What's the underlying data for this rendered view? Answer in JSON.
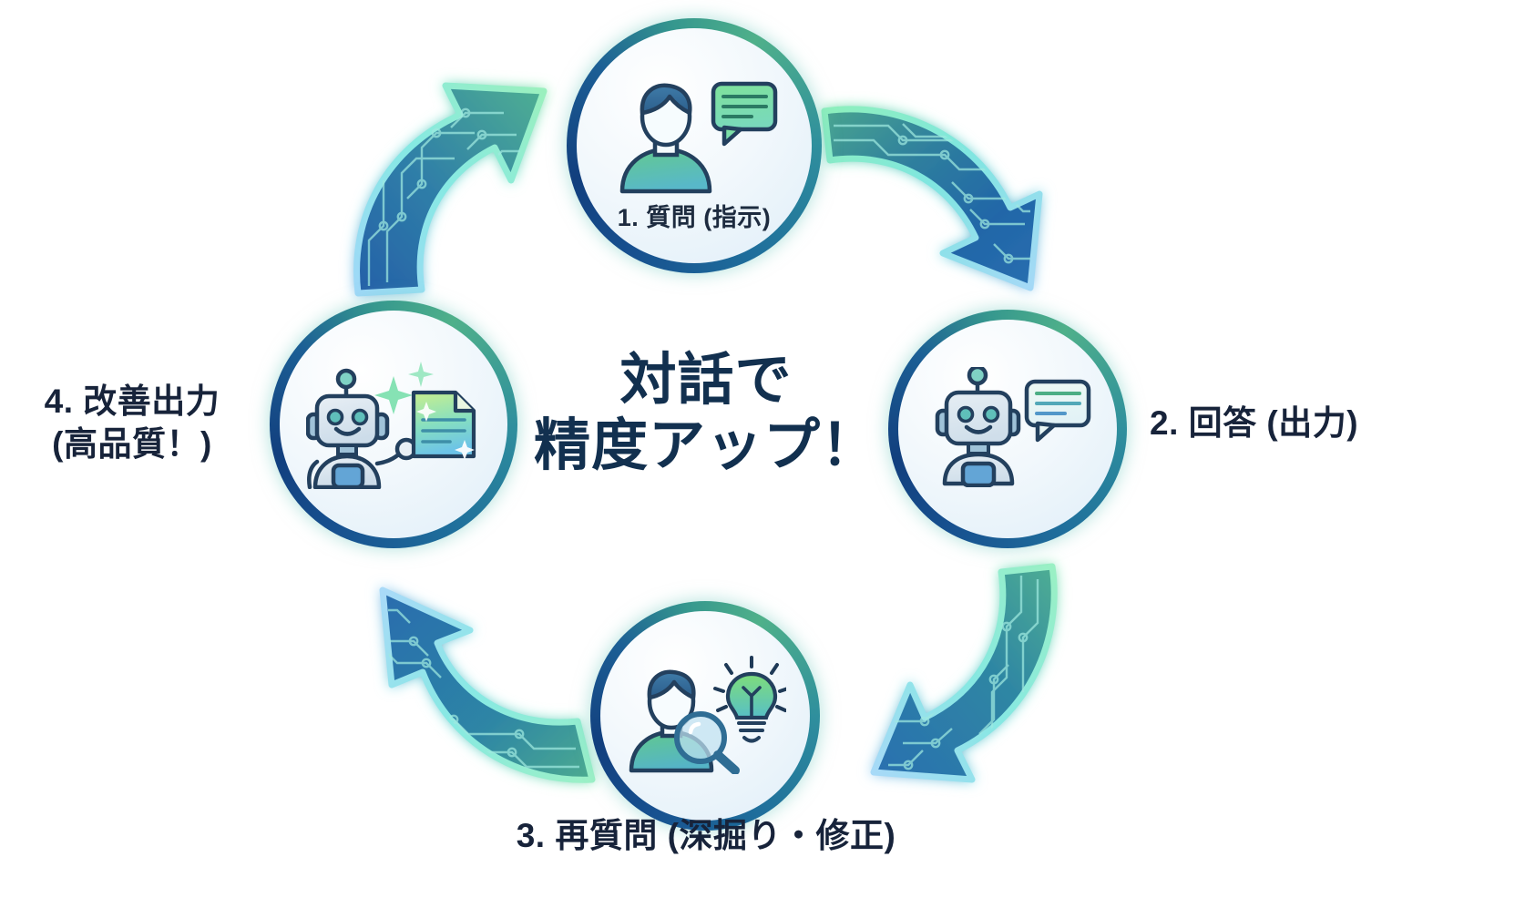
{
  "diagram": {
    "title_line1": "対話で",
    "title_line2": "精度アップ！",
    "background_color": "#ffffff",
    "accent_green": "#5fd6a6",
    "accent_teal": "#3fb8c4",
    "accent_blue": "#1f5fa0",
    "accent_navy": "#123f7e",
    "text_color": "#17233a"
  },
  "nodes": [
    {
      "id": "step-1",
      "label": "1. 質問 (指示)",
      "label_position": "inside",
      "icon": "person-with-chat-bubble-icon"
    },
    {
      "id": "step-2",
      "label": "2. 回答 (出力)",
      "label_position": "right",
      "icon": "robot-with-chat-bubble-icon"
    },
    {
      "id": "step-3",
      "label": "3. 再質問 (深掘り・修正)",
      "label_position": "bottom",
      "icon": "person-with-magnifier-and-lightbulb-icon"
    },
    {
      "id": "step-4",
      "label_line1": "4. 改善出力",
      "label_line2": "(高品質！)",
      "label_position": "left",
      "icon": "robot-holding-document-icon"
    }
  ],
  "arrows": [
    {
      "id": "arrow-1-to-2",
      "from": "step-1",
      "to": "step-2",
      "style": "circuit-gradient"
    },
    {
      "id": "arrow-2-to-3",
      "from": "step-2",
      "to": "step-3",
      "style": "circuit-gradient"
    },
    {
      "id": "arrow-3-to-4",
      "from": "step-3",
      "to": "step-4",
      "style": "circuit-gradient"
    },
    {
      "id": "arrow-4-to-1",
      "from": "step-4",
      "to": "step-1",
      "style": "circuit-gradient"
    }
  ]
}
